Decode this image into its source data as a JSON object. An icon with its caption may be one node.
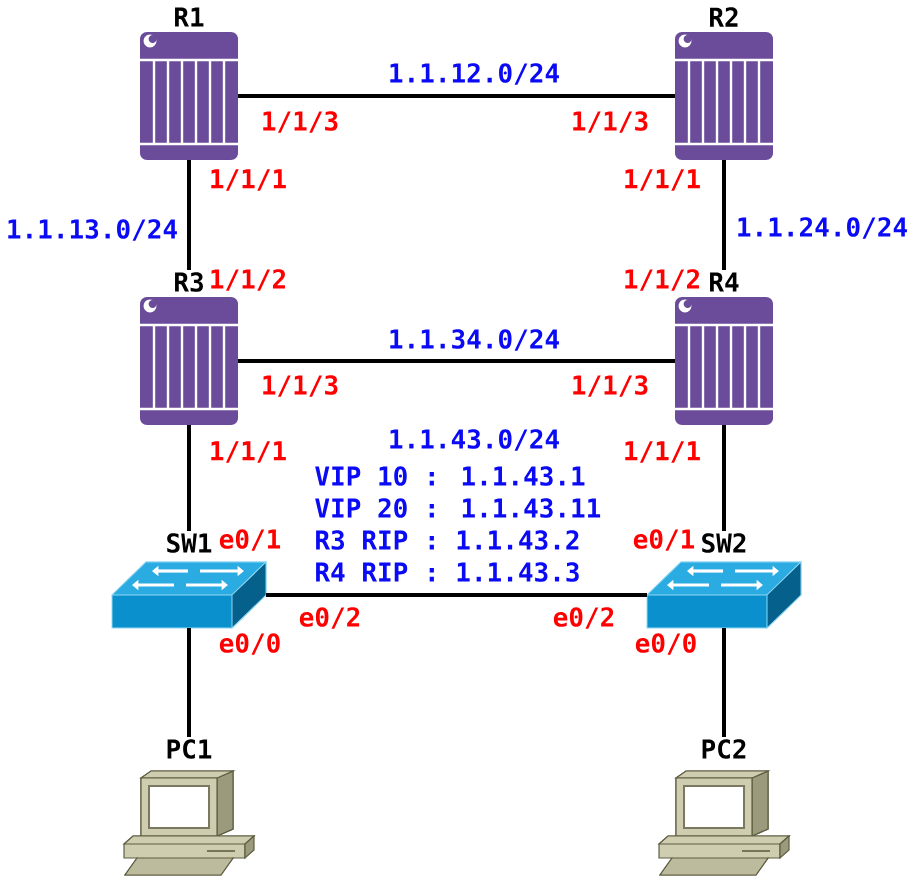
{
  "diagram": {
    "nodes": [
      {
        "text": [
          "R1"
        ],
        "beside": [
          "1/1/3",
          "1/1/1"
        ]
      },
      {
        "text": [
          "R2"
        ],
        "beside": [
          "1/1/3",
          "1/1/1"
        ]
      },
      {
        "text": [
          "R3"
        ],
        "beside": [
          "1/1/2",
          "1/1/3",
          "1/1/1"
        ]
      },
      {
        "text": [
          "R4"
        ],
        "beside": [
          "1/1/2",
          "1/1/3",
          "1/1/1"
        ]
      },
      {
        "text": [
          "SW1"
        ],
        "beside": [
          "e0/1",
          "e0/2",
          "e0/0"
        ]
      },
      {
        "text": [
          "SW2"
        ],
        "beside": [
          "e0/1",
          "e0/2",
          "e0/0"
        ]
      },
      {
        "text": [
          "PC1"
        ]
      },
      {
        "text": [
          "PC2"
        ]
      }
    ],
    "edges": [
      {
        "from": 0,
        "to": 1,
        "arrow": "none",
        "label": "1.1.12.0/24"
      },
      {
        "from": 0,
        "to": 2,
        "arrow": "none",
        "label": "1.1.13.0/24"
      },
      {
        "from": 1,
        "to": 3,
        "arrow": "none",
        "label": "1.1.24.0/24"
      },
      {
        "from": 2,
        "to": 3,
        "arrow": "none",
        "label": "1.1.34.0/24"
      },
      {
        "from": 2,
        "to": 4,
        "arrow": "none"
      },
      {
        "from": 3,
        "to": 5,
        "arrow": "none"
      },
      {
        "from": 4,
        "to": 5,
        "arrow": "none"
      },
      {
        "from": 4,
        "to": 6,
        "arrow": "none"
      },
      {
        "from": 5,
        "to": 7,
        "arrow": "none"
      }
    ],
    "labels": [
      "1.1.43.0/24",
      "VIP 10 : 1.1.43.1",
      "VIP 20 : 1.1.43.11",
      "R3 RIP : 1.1.43.2",
      "R4 RIP : 1.1.43.3"
    ]
  }
}
